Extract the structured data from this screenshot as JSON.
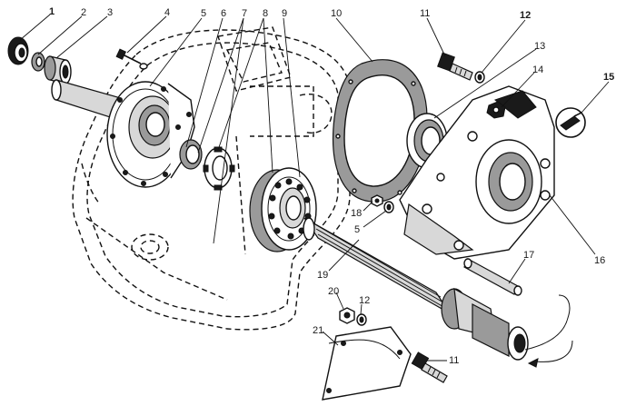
{
  "diagram": {
    "callouts": [
      {
        "id": "c1",
        "text": "1",
        "bold": true
      },
      {
        "id": "c2",
        "text": "2",
        "bold": false
      },
      {
        "id": "c3",
        "text": "3",
        "bold": false
      },
      {
        "id": "c4",
        "text": "4",
        "bold": false
      },
      {
        "id": "c5a",
        "text": "5",
        "bold": false
      },
      {
        "id": "c6",
        "text": "6",
        "bold": false
      },
      {
        "id": "c7",
        "text": "7",
        "bold": false
      },
      {
        "id": "c8",
        "text": "8",
        "bold": false
      },
      {
        "id": "c9",
        "text": "9",
        "bold": false
      },
      {
        "id": "c10",
        "text": "10",
        "bold": false
      },
      {
        "id": "c11a",
        "text": "11",
        "bold": false
      },
      {
        "id": "c12a",
        "text": "12",
        "bold": true
      },
      {
        "id": "c13",
        "text": "13",
        "bold": false
      },
      {
        "id": "c14",
        "text": "14",
        "bold": false
      },
      {
        "id": "c15",
        "text": "15",
        "bold": true
      },
      {
        "id": "c16",
        "text": "16",
        "bold": false
      },
      {
        "id": "c17",
        "text": "17",
        "bold": false
      },
      {
        "id": "c18",
        "text": "18",
        "bold": false
      },
      {
        "id": "c5b",
        "text": "5",
        "bold": false
      },
      {
        "id": "c19",
        "text": "19",
        "bold": false
      },
      {
        "id": "c20",
        "text": "20",
        "bold": false
      },
      {
        "id": "c12b",
        "text": "12",
        "bold": false
      },
      {
        "id": "c21",
        "text": "21",
        "bold": false
      },
      {
        "id": "c11b",
        "text": "11",
        "bold": false
      }
    ]
  }
}
